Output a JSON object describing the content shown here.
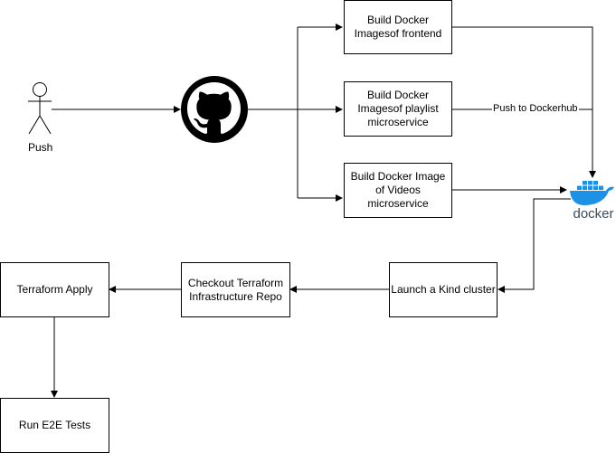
{
  "actor": {
    "label": "Push"
  },
  "nodes": {
    "build_frontend": "Build Docker\nImagesof frontend",
    "build_playlist": "Build Docker\nImagesof playlist\nmicroservice",
    "build_videos": "Build Docker Image\nof Videos\nmicroservice",
    "launch_kind": "Launch a Kind cluster",
    "checkout_terraform": "Checkout Terraform\nInfrastructure Repo",
    "terraform_apply": "Terraform Apply",
    "run_e2e": "Run E2E Tests"
  },
  "edge_labels": {
    "push_dockerhub": "Push to Dockerhub"
  },
  "logos": {
    "github": "github-icon",
    "docker": "docker"
  },
  "colors": {
    "docker_blue": "#1d91e6",
    "github_black": "#000000",
    "line": "#000000"
  }
}
